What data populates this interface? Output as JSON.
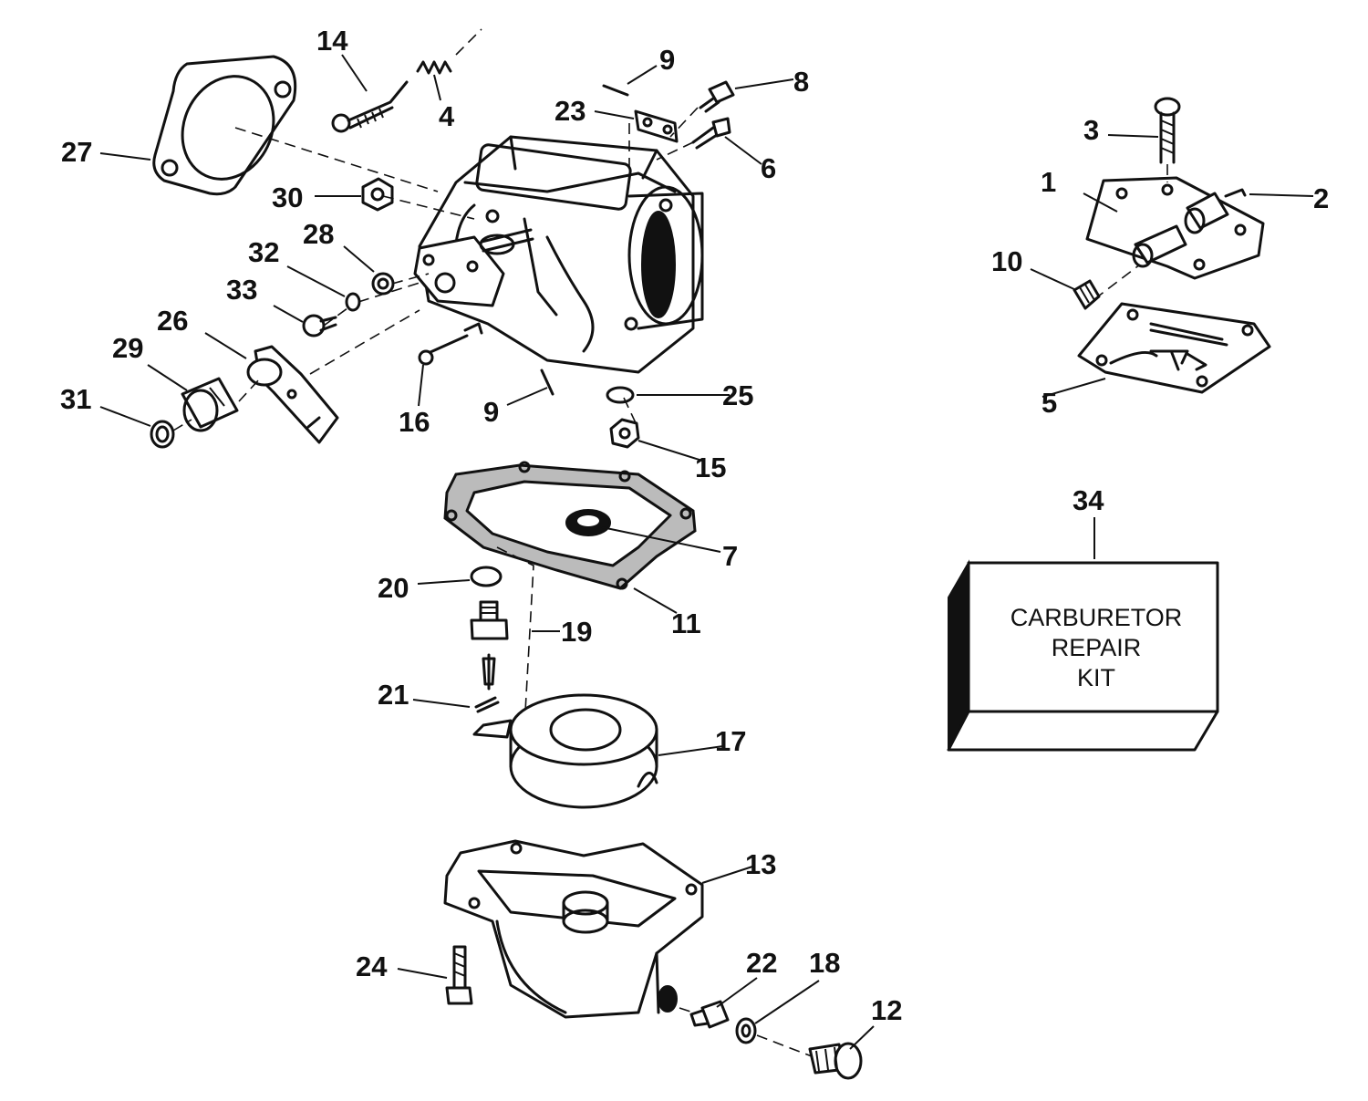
{
  "callouts": [
    {
      "n": "1"
    },
    {
      "n": "2"
    },
    {
      "n": "3"
    },
    {
      "n": "4"
    },
    {
      "n": "5"
    },
    {
      "n": "6"
    },
    {
      "n": "7"
    },
    {
      "n": "8"
    },
    {
      "n": "9"
    },
    {
      "n": "9"
    },
    {
      "n": "10"
    },
    {
      "n": "11"
    },
    {
      "n": "12"
    },
    {
      "n": "13"
    },
    {
      "n": "14"
    },
    {
      "n": "15"
    },
    {
      "n": "16"
    },
    {
      "n": "17"
    },
    {
      "n": "18"
    },
    {
      "n": "19"
    },
    {
      "n": "20"
    },
    {
      "n": "21"
    },
    {
      "n": "22"
    },
    {
      "n": "23"
    },
    {
      "n": "24"
    },
    {
      "n": "25"
    },
    {
      "n": "26"
    },
    {
      "n": "27"
    },
    {
      "n": "28"
    },
    {
      "n": "29"
    },
    {
      "n": "30"
    },
    {
      "n": "31"
    },
    {
      "n": "32"
    },
    {
      "n": "33"
    },
    {
      "n": "34"
    }
  ],
  "kit_box": {
    "line1": "CARBURETOR",
    "line2": "REPAIR",
    "line3": "KIT"
  }
}
